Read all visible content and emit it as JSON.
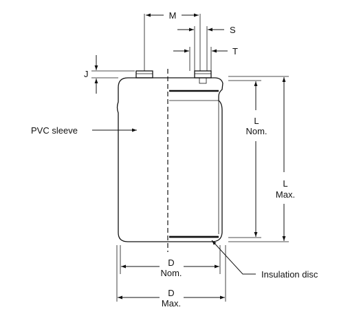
{
  "diagram": {
    "dimension_labels": {
      "m": "M",
      "s": "S",
      "t": "T",
      "j": "J",
      "l_nom_symbol": "L",
      "l_nom_suffix": "Nom.",
      "l_max_symbol": "L",
      "l_max_suffix": "Max.",
      "d_nom_symbol": "D",
      "d_nom_suffix": "Nom.",
      "d_max_symbol": "D",
      "d_max_suffix": "Max."
    },
    "callouts": {
      "pvc_sleeve": "PVC sleeve",
      "insulation_disc": "Insulation disc"
    },
    "colors": {
      "line": "#111111",
      "background": "#ffffff"
    }
  }
}
